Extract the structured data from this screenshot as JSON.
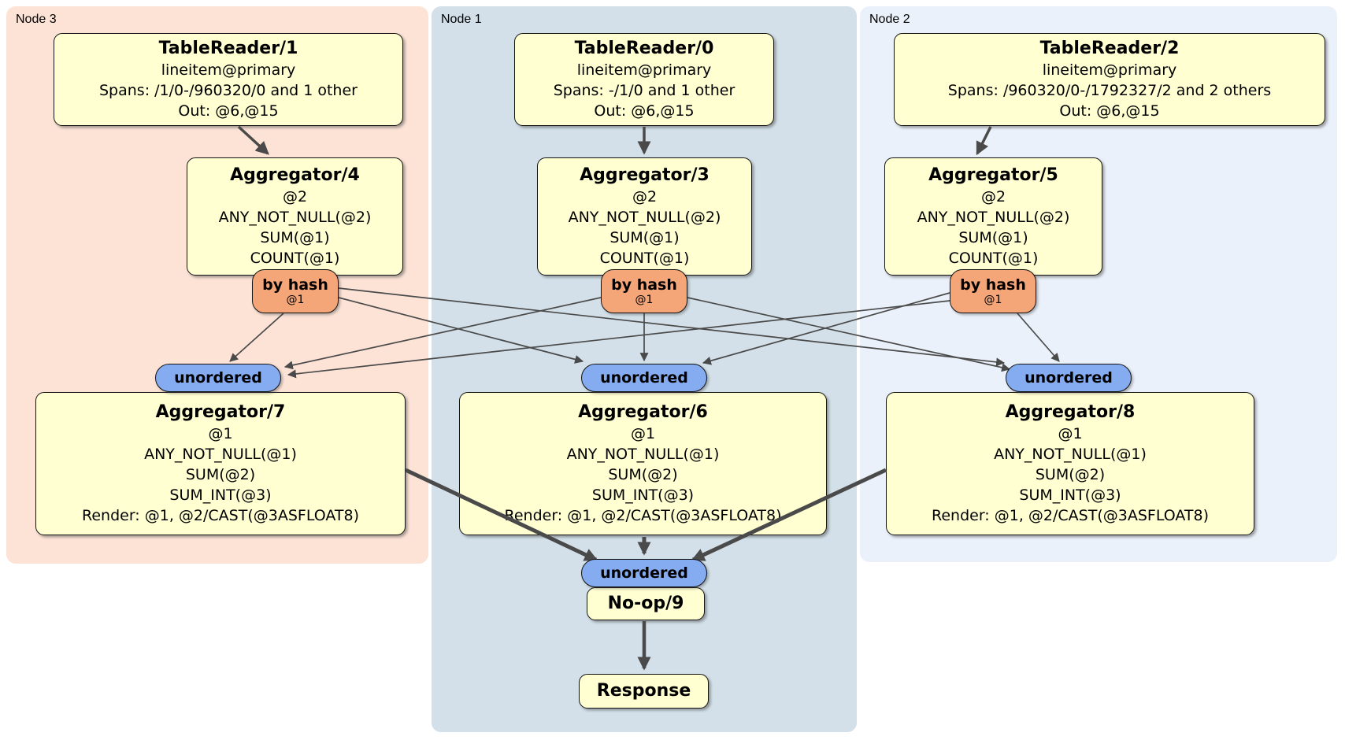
{
  "nodes": {
    "node3": {
      "label": "Node 3"
    },
    "node1": {
      "label": "Node 1"
    },
    "node2": {
      "label": "Node 2"
    }
  },
  "processors": {
    "tr1": {
      "title": "TableReader/1",
      "line1": "lineitem@primary",
      "line2": "Spans: /1/0-/960320/0 and 1 other",
      "line3": "Out: @6,@15"
    },
    "tr0": {
      "title": "TableReader/0",
      "line1": "lineitem@primary",
      "line2": "Spans: -/1/0 and 1 other",
      "line3": "Out: @6,@15"
    },
    "tr2": {
      "title": "TableReader/2",
      "line1": "lineitem@primary",
      "line2": "Spans: /960320/0-/1792327/2 and 2 others",
      "line3": "Out: @6,@15"
    },
    "agg4": {
      "title": "Aggregator/4",
      "line1": "@2",
      "line2": "ANY_NOT_NULL(@2)",
      "line3": "SUM(@1)",
      "line4": "COUNT(@1)"
    },
    "agg3": {
      "title": "Aggregator/3",
      "line1": "@2",
      "line2": "ANY_NOT_NULL(@2)",
      "line3": "SUM(@1)",
      "line4": "COUNT(@1)"
    },
    "agg5": {
      "title": "Aggregator/5",
      "line1": "@2",
      "line2": "ANY_NOT_NULL(@2)",
      "line3": "SUM(@1)",
      "line4": "COUNT(@1)"
    },
    "agg7": {
      "title": "Aggregator/7",
      "line1": "@1",
      "line2": "ANY_NOT_NULL(@1)",
      "line3": "SUM(@2)",
      "line4": "SUM_INT(@3)",
      "line5": "Render: @1, @2/CAST(@3ASFLOAT8)"
    },
    "agg6": {
      "title": "Aggregator/6",
      "line1": "@1",
      "line2": "ANY_NOT_NULL(@1)",
      "line3": "SUM(@2)",
      "line4": "SUM_INT(@3)",
      "line5": "Render: @1, @2/CAST(@3ASFLOAT8)"
    },
    "agg8": {
      "title": "Aggregator/8",
      "line1": "@1",
      "line2": "ANY_NOT_NULL(@1)",
      "line3": "SUM(@2)",
      "line4": "SUM_INT(@3)",
      "line5": "Render: @1, @2/CAST(@3ASFLOAT8)"
    },
    "noop": {
      "title": "No-op/9"
    },
    "response": {
      "title": "Response"
    }
  },
  "routers": {
    "hash_node3": {
      "label": "by hash",
      "detail": "@1"
    },
    "hash_node1": {
      "label": "by hash",
      "detail": "@1"
    },
    "hash_node2": {
      "label": "by hash",
      "detail": "@1"
    }
  },
  "syncs": {
    "unordered_node3": {
      "label": "unordered"
    },
    "unordered_node1": {
      "label": "unordered"
    },
    "unordered_node2": {
      "label": "unordered"
    },
    "unordered_final": {
      "label": "unordered"
    }
  },
  "edges": [
    "TableReader/1 -> Aggregator/4",
    "TableReader/0 -> Aggregator/3",
    "TableReader/2 -> Aggregator/5",
    "by hash (Node 3) -> unordered (Node 3)",
    "by hash (Node 3) -> unordered (Node 1)",
    "by hash (Node 3) -> unordered (Node 2)",
    "by hash (Node 1) -> unordered (Node 3)",
    "by hash (Node 1) -> unordered (Node 1)",
    "by hash (Node 1) -> unordered (Node 2)",
    "by hash (Node 2) -> unordered (Node 3)",
    "by hash (Node 2) -> unordered (Node 1)",
    "by hash (Node 2) -> unordered (Node 2)",
    "Aggregator/7 -> unordered (final)",
    "Aggregator/6 -> unordered (final)",
    "Aggregator/8 -> unordered (final)",
    "No-op/9 -> Response"
  ],
  "colors": {
    "node3_fill": "#fce3d6",
    "node1_fill": "#d3e0e9",
    "node2_fill": "#ebf1fa",
    "processor_fill": "#ffffd2",
    "router_fill": "#f4a678",
    "sync_fill": "#85abf0",
    "edge": "#4a4a4a"
  }
}
